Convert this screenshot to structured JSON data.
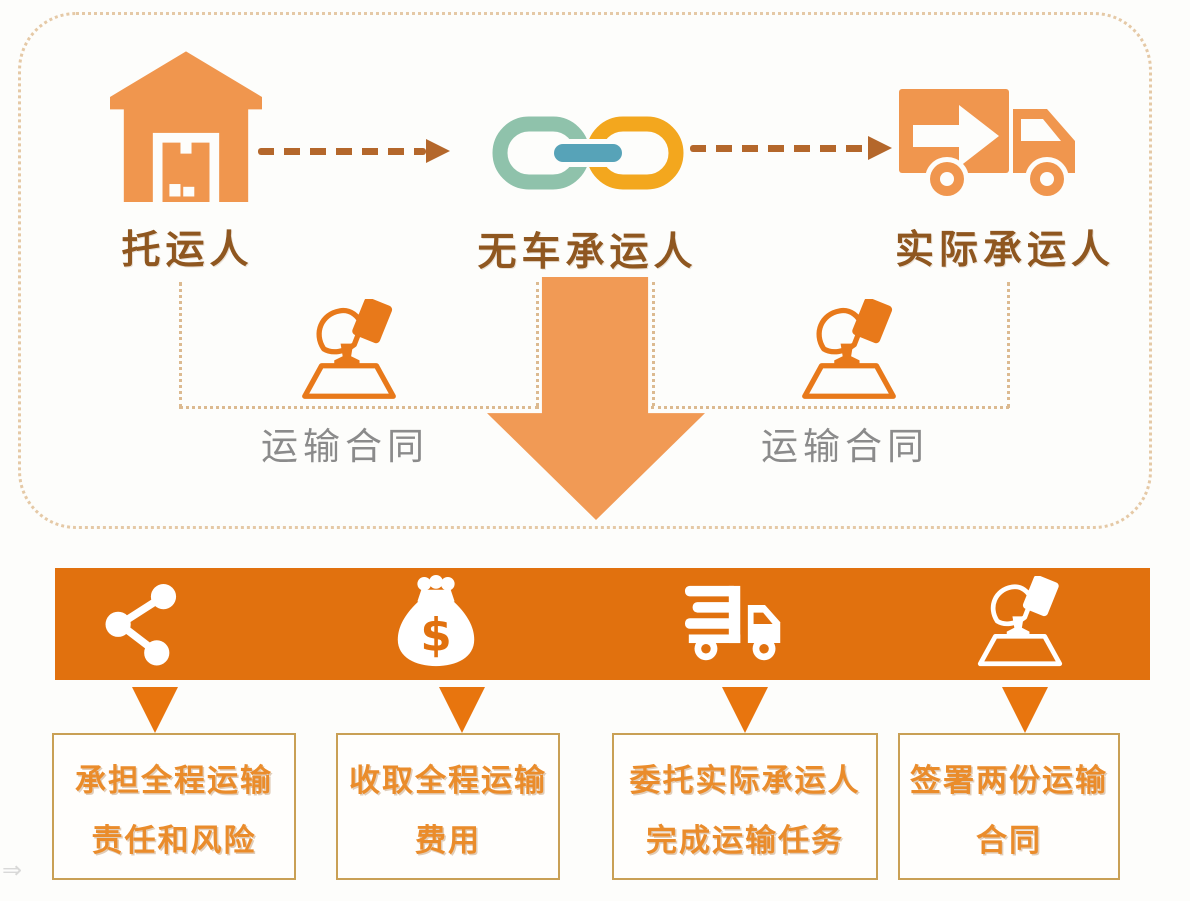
{
  "palette": {
    "banner_orange": "#E1710E",
    "icon_orange": "#F0964E",
    "accent_orange": "#E8750E",
    "label_brown": "#8F5720",
    "box_text_orange": "#EA8C2B",
    "box_border_tan": "#C9A055",
    "contract_gray": "#8B8B8B",
    "chain_green": "#8FC2AB",
    "chain_blue": "#57A3B8",
    "chain_amber": "#F3A71E"
  },
  "flow": {
    "entities": [
      {
        "label": "托运人",
        "icon": "warehouse-icon"
      },
      {
        "label": "无车承运人",
        "icon": "chain-link-icon"
      },
      {
        "label": "实际承运人",
        "icon": "truck-arrow-icon"
      }
    ],
    "contracts": [
      {
        "label": "运输合同",
        "icon": "stamp-icon"
      },
      {
        "label": "运输合同",
        "icon": "stamp-icon"
      }
    ]
  },
  "banner": {
    "icons": [
      "share-icon",
      "money-bag-icon",
      "delivery-truck-icon",
      "stamp-icon"
    ],
    "money_symbol": "$"
  },
  "duties": [
    {
      "line1": "承担全程运输",
      "line2": "责任和风险"
    },
    {
      "line1": "收取全程运输",
      "line2": "费用"
    },
    {
      "line1": "委托实际承运人",
      "line2": "完成运输任务"
    },
    {
      "line1": "签署两份运输",
      "line2": "合同"
    }
  ],
  "watermark": "⇒"
}
